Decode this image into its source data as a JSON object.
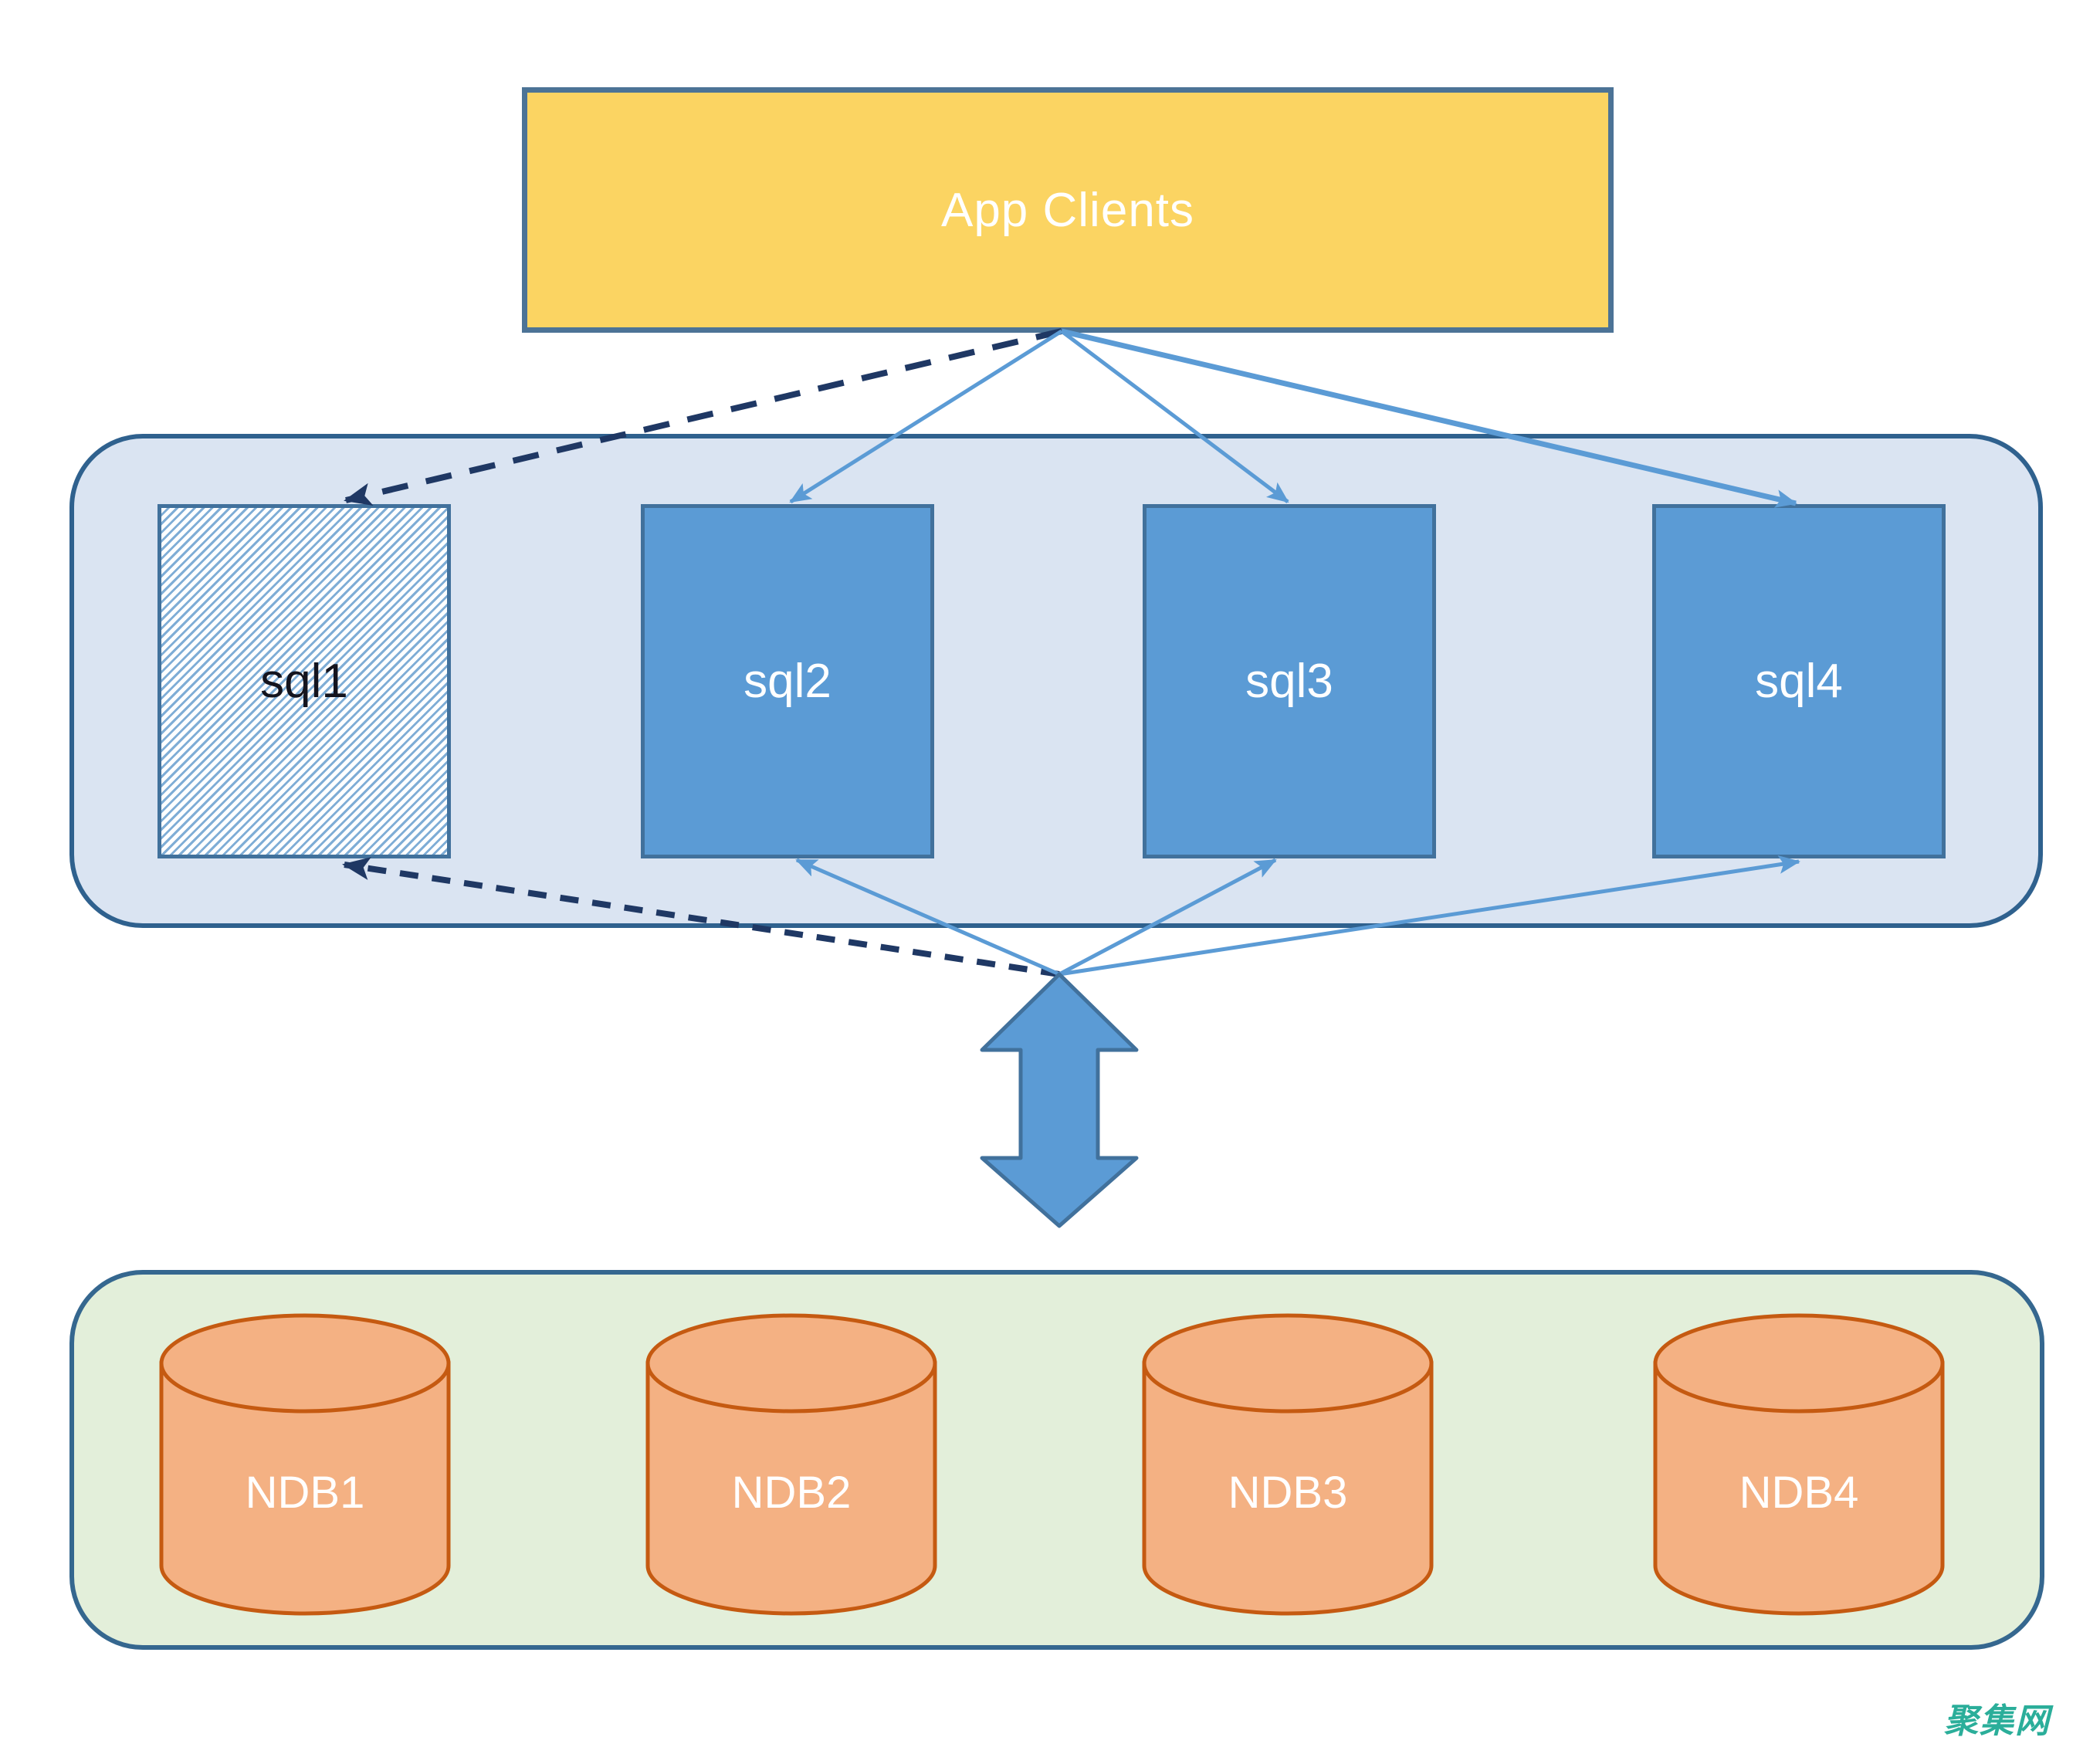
{
  "diagram": {
    "app_clients": {
      "label": "App Clients"
    },
    "sql_layer": {
      "nodes": [
        {
          "id": "sql1",
          "label": "sql1",
          "variant": "hatched"
        },
        {
          "id": "sql2",
          "label": "sql2",
          "variant": "solid"
        },
        {
          "id": "sql3",
          "label": "sql3",
          "variant": "solid"
        },
        {
          "id": "sql4",
          "label": "sql4",
          "variant": "solid"
        }
      ]
    },
    "ndb_layer": {
      "nodes": [
        {
          "id": "ndb1",
          "label": "NDB1"
        },
        {
          "id": "ndb2",
          "label": "NDB2"
        },
        {
          "id": "ndb3",
          "label": "NDB3"
        },
        {
          "id": "ndb4",
          "label": "NDB4"
        }
      ]
    },
    "connections": [
      {
        "from": "app-clients",
        "to": "sql1",
        "style": "dashed"
      },
      {
        "from": "app-clients",
        "to": "sql2",
        "style": "solid"
      },
      {
        "from": "app-clients",
        "to": "sql3",
        "style": "solid"
      },
      {
        "from": "app-clients",
        "to": "sql4",
        "style": "solid"
      },
      {
        "from": "ndb-junction",
        "to": "sql1",
        "style": "dashed"
      },
      {
        "from": "ndb-junction",
        "to": "sql2",
        "style": "solid"
      },
      {
        "from": "ndb-junction",
        "to": "sql3",
        "style": "solid"
      },
      {
        "from": "ndb-junction",
        "to": "sql4",
        "style": "solid"
      },
      {
        "from": "sql-layer",
        "to": "ndb-layer",
        "style": "double-arrow"
      }
    ],
    "watermark": "聚集网",
    "colors": {
      "app_clients_fill": "#FBD462",
      "app_clients_border": "#4C7396",
      "sql_container_fill": "#DAE4F2",
      "sql_container_border": "#2F618E",
      "sql_node_fill": "#5B9BD5",
      "sql_node_border": "#41719C",
      "sql_hatch_stripe": "#7FADD6",
      "ndb_container_fill": "#E3EFDA",
      "ndb_container_border": "#35678F",
      "ndb_node_fill": "#F4B183",
      "ndb_node_border": "#C55A11",
      "arrow_solid": "#5B9BD5",
      "arrow_dashed": "#1F3864",
      "label_light": "#FFFFFF",
      "label_dark": "#14141E",
      "watermark_color": "#2BAE9A"
    }
  }
}
